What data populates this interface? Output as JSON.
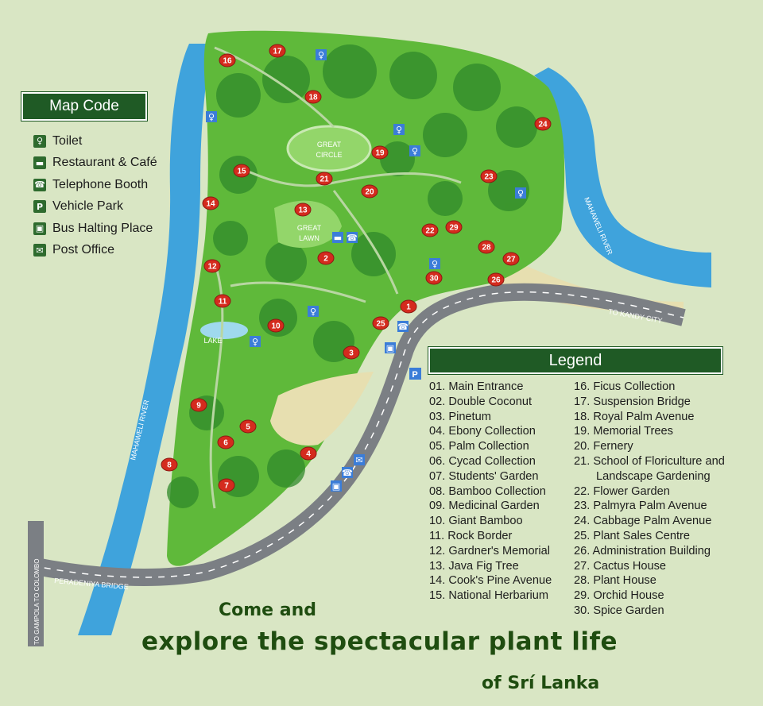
{
  "map_code": {
    "title": "Map Code",
    "items": [
      {
        "label": "Toilet",
        "icon": "toilet-icon",
        "glyph": "♀"
      },
      {
        "label": "Restaurant & Café",
        "icon": "restaurant-icon",
        "glyph": "▬"
      },
      {
        "label": "Telephone Booth",
        "icon": "telephone-icon",
        "glyph": "☎"
      },
      {
        "label": "Vehicle Park",
        "icon": "parking-icon",
        "glyph": "P"
      },
      {
        "label": "Bus Halting Place",
        "icon": "bus-icon",
        "glyph": "▣"
      },
      {
        "label": "Post Office",
        "icon": "post-office-icon",
        "glyph": "✉"
      }
    ]
  },
  "legend": {
    "title": "Legend",
    "col1": [
      "01. Main Entrance",
      "02. Double Coconut",
      "03. Pinetum",
      "04. Ebony Collection",
      "05. Palm Collection",
      "06. Cycad Collection",
      "07. Students' Garden",
      "08. Bamboo Collection",
      "09. Medicinal Garden",
      "10. Giant Bamboo",
      "11. Rock Border",
      "12. Gardner's Memorial",
      "13. Java Fig Tree",
      "14. Cook's Pine Avenue",
      "15. National Herbarium"
    ],
    "col2": [
      "16. Ficus Collection",
      "17. Suspension Bridge",
      "18. Royal Palm Avenue",
      "19. Memorial Trees",
      "20. Fernery",
      "21. School of Floriculture and",
      "      Landscape Gardening",
      "22. Flower Garden",
      "23. Palmyra Palm Avenue",
      "24. Cabbage Palm Avenue",
      "25. Plant Sales Centre",
      "26. Administration Building",
      "27. Cactus House",
      "28. Plant House",
      "29. Orchid House",
      "30. Spice Garden"
    ]
  },
  "map_labels": {
    "great_circle_1": "GREAT",
    "great_circle_2": "CIRCLE",
    "great_lawn_1": "GREAT",
    "great_lawn_2": "LAWN",
    "lake": "LAKE",
    "river_east": "MAHAWELI RIVER",
    "river_west": "MAHAWELI RIVER",
    "road_kandy": "TO KANDY CITY",
    "bridge": "PERADENIYA BRIDGE",
    "road_colombo": "TO GAMPOLA  TO COLOMBO"
  },
  "markers": [
    "1",
    "2",
    "3",
    "4",
    "5",
    "6",
    "7",
    "8",
    "9",
    "10",
    "11",
    "12",
    "13",
    "14",
    "15",
    "16",
    "17",
    "18",
    "19",
    "20",
    "21",
    "22",
    "23",
    "24",
    "25",
    "26",
    "27",
    "28",
    "29",
    "30"
  ],
  "tagline": {
    "line1": "Come and",
    "line2": "explore the spectacular plant life",
    "line3": "of  Srí Lanka"
  },
  "colors": {
    "background": "#d9e6c4",
    "park": "#5fb93a",
    "river": "#3fa3dc",
    "road": "#7b7f84",
    "marker": "#d42b1e",
    "panel": "#1f5a25"
  }
}
